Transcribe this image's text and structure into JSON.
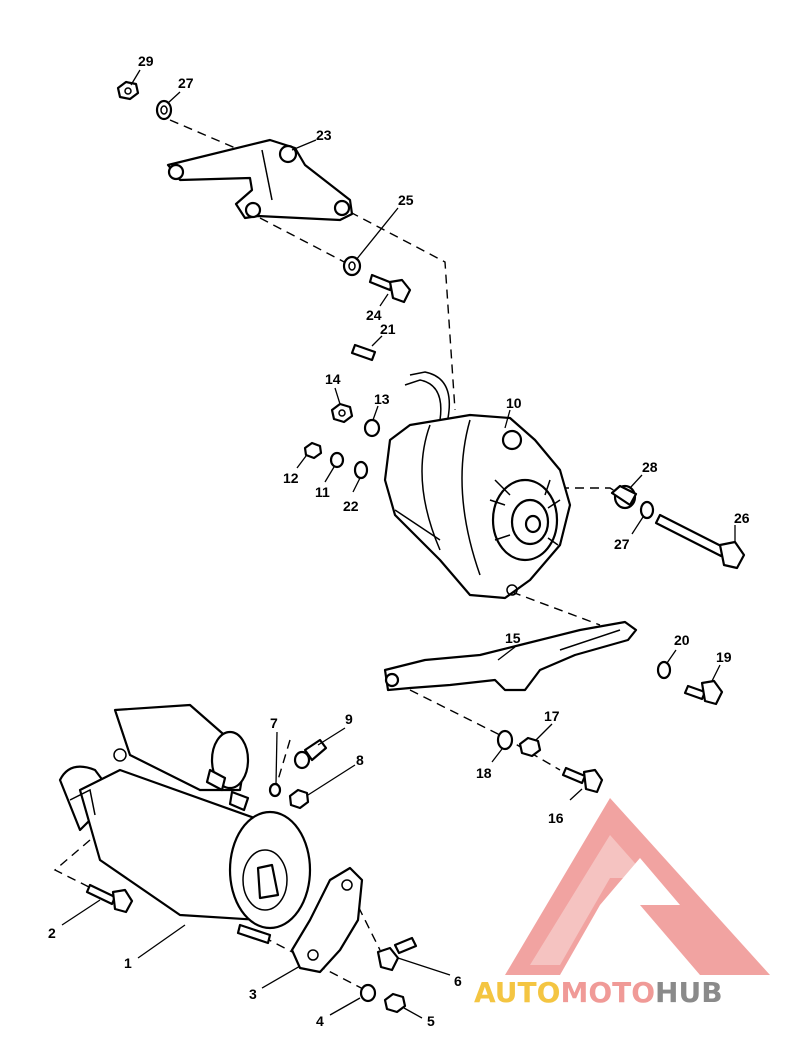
{
  "diagram": {
    "callouts": [
      {
        "id": "c29",
        "text": "29"
      },
      {
        "id": "c27a",
        "text": "27"
      },
      {
        "id": "c23",
        "text": "23"
      },
      {
        "id": "c25",
        "text": "25"
      },
      {
        "id": "c24",
        "text": "24"
      },
      {
        "id": "c21",
        "text": "21"
      },
      {
        "id": "c14",
        "text": "14"
      },
      {
        "id": "c13",
        "text": "13"
      },
      {
        "id": "c10",
        "text": "10"
      },
      {
        "id": "c12",
        "text": "12"
      },
      {
        "id": "c11",
        "text": "11"
      },
      {
        "id": "c22",
        "text": "22"
      },
      {
        "id": "c28",
        "text": "28"
      },
      {
        "id": "c26",
        "text": "26"
      },
      {
        "id": "c27b",
        "text": "27"
      },
      {
        "id": "c15",
        "text": "15"
      },
      {
        "id": "c20",
        "text": "20"
      },
      {
        "id": "c19",
        "text": "19"
      },
      {
        "id": "c7",
        "text": "7"
      },
      {
        "id": "c9",
        "text": "9"
      },
      {
        "id": "c17",
        "text": "17"
      },
      {
        "id": "c8",
        "text": "8"
      },
      {
        "id": "c18",
        "text": "18"
      },
      {
        "id": "c16",
        "text": "16"
      },
      {
        "id": "c2",
        "text": "2"
      },
      {
        "id": "c1",
        "text": "1"
      },
      {
        "id": "c3",
        "text": "3"
      },
      {
        "id": "c6",
        "text": "6"
      },
      {
        "id": "c4",
        "text": "4"
      },
      {
        "id": "c5",
        "text": "5"
      }
    ]
  },
  "watermark": {
    "part1": "AUTO",
    "part2": "MOTO",
    "part3": "HUB",
    "color_primary": "#f09a97",
    "color_accent": "#f4c542",
    "color_dark": "#8a8a8a"
  }
}
